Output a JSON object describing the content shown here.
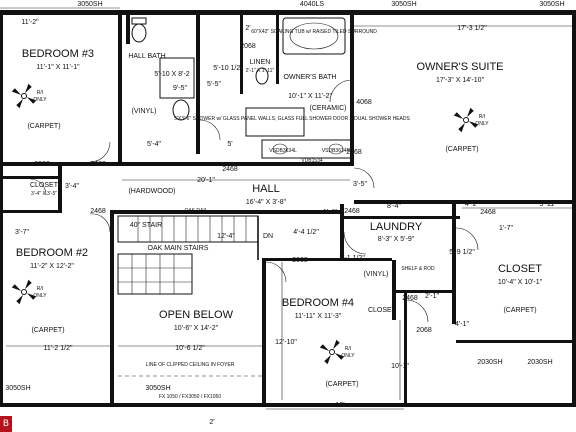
{
  "rooms": {
    "bedroom3": {
      "name": "BEDROOM #3",
      "size": "11'-1\" X 11'-1\"",
      "floor": "(CARPET)"
    },
    "hall_bath": {
      "name": "HALL BATH",
      "size": "5'-10 X 8'-2",
      "floor": "(VINYL)"
    },
    "linen": {
      "name": "LINEN",
      "size": "2'-1\" X 1'-11\""
    },
    "owners_bath": {
      "name": "OWNER'S BATH",
      "size": "10'-1\" X 11'-2\"",
      "floor": "(CERAMIC)"
    },
    "owners_suite": {
      "name": "OWNER'S SUITE",
      "size": "17'-3\" X 14'-10\"",
      "floor": "(CARPET)"
    },
    "closet_small": {
      "name": "CLOSET",
      "size": "3'-4\" X 3'-5\""
    },
    "hall": {
      "name": "HALL",
      "size": "16'-4\" X 3'-8\"",
      "floor": "(HARDWOOD)"
    },
    "laundry": {
      "name": "LAUNDRY",
      "size": "8'-3\" X 5'-9\"",
      "floor": "(VINYL)"
    },
    "closet_large": {
      "name": "CLOSET",
      "size": "10'-4\" X 10'-1\"",
      "floor": "(CARPET)"
    },
    "bedroom2": {
      "name": "BEDROOM #2",
      "size": "11'-2\" X 12'-2\"",
      "floor": "(CARPET)"
    },
    "open_below": {
      "name": "OPEN BELOW",
      "size": "10'-6\" X 14'-2\""
    },
    "bedroom4": {
      "name": "BEDROOM #4",
      "size": "11'-11\" X 11'-3\"",
      "floor": "(CARPET)"
    },
    "closet_b4": {
      "name": "CLOSET"
    }
  },
  "fixtures": {
    "fan_label": "R/I",
    "fan_only": "ONLY",
    "tub_note": "60\"X42\" SOAKING TUB w/ RAISED TILED SURROUND",
    "shower_note": "5'X3'-6\" SHOWER w/ GLASS PANEL WALLS, GLASS FULL SHOWER DOOR & DUAL SHOWER HEADS",
    "stair_40": "40\" STAIR",
    "oak_rail": "OAK RAIL",
    "oak_main_stairs": "OAK MAIN STAIRS",
    "dn": "DN",
    "clipped_ceiling": "LINE OF CLIPPED CEILING IN FOYER",
    "vanity_left": "VSDB3634L",
    "vanity_right": "VSDB3634R",
    "vanity_mid": "VDB1534",
    "fx_windows": "FX 1050 / FX3050 / FX1050",
    "shelf_note": "SHELF & ROD"
  },
  "dimensions": {
    "top_3050_left": "3050SH",
    "top_4040": "4040LS",
    "top_3050_right": "3050SH",
    "top_3050_far": "3050SH",
    "d_11_2": "11'-2\"",
    "d_17_3_5": "17'-3 1/2\"",
    "d_5_4": "5'-4\"",
    "d_5": "5'",
    "d_20_1": "20'-1\"",
    "d_3_4": "3'-4\"",
    "d_3_7": "3'-7\"",
    "d_2068_a": "2068",
    "d_2068_b": "2068",
    "d_2468_a": "2468",
    "d_2468_b": "2468",
    "d_2468_c": "2468",
    "d_2468_d": "2468",
    "d_2468_e": "2468",
    "d_2468_f": "2468",
    "d_2468_g": "2468",
    "d_2068_c": "2068",
    "d_2068_d": "2068",
    "d_4068_a": "4068",
    "d_1_4": "1'-4\"",
    "d_3_5": "3'-5\"",
    "d_8_4": "8'-4\"",
    "d_4_2": "4'-2\"",
    "d_5_11": "5'-11\"",
    "d_4_4": "4'-4 1/2\"",
    "d_12_4": "12'-4\"",
    "d_3_1": "3'-1 1/2\"",
    "d_5_9": "5'-9 1/2\"",
    "d_4_1": "4'-1\"",
    "d_2_1": "2'-1\"",
    "d_12_10": "12'-10\"",
    "d_10_1": "10'-1\"",
    "d_12": "12'",
    "d_10_6": "10'-6 1/2\"",
    "d_11_2_half": "11'-2 1/2\"",
    "d_1_7": "1'-7\"",
    "d_2": "2'",
    "d_5_10": "5'-10 1/2\"",
    "d_2a": "2'",
    "d_5_5": "5'-5\"",
    "d_9_5": "9'-5\"",
    "bot_3050_left": "3050SH",
    "bot_3050_mid": "3050SH",
    "bot_2030_a": "2030SH",
    "bot_2030_b": "2030SH"
  },
  "branding": {
    "watermark": "B"
  }
}
